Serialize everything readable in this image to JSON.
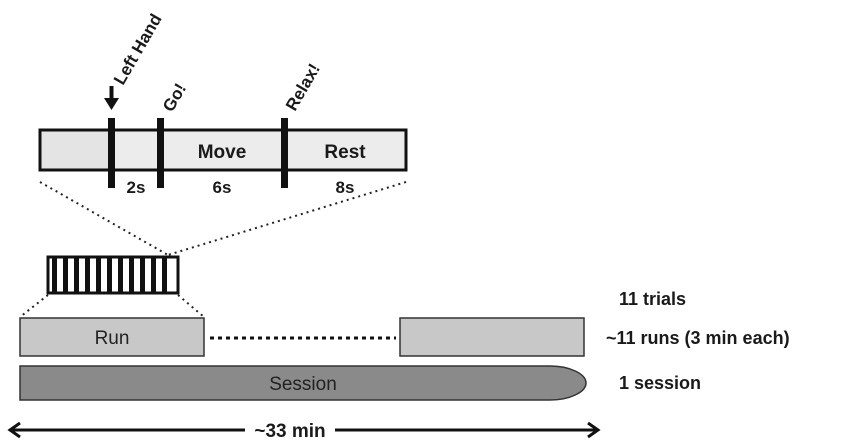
{
  "trial": {
    "cue_label": "Left Hand",
    "go_label": "Go!",
    "relax_label": "Relax!",
    "move_label": "Move",
    "rest_label": "Rest",
    "durations": [
      "2s",
      "6s",
      "8s"
    ]
  },
  "run": {
    "label": "Run"
  },
  "session": {
    "label": "Session"
  },
  "summary": {
    "trials": "11 trials",
    "runs": "~11 runs (3 min each)",
    "sessions": "1 session"
  },
  "timeline": {
    "total_label": "~33 min"
  },
  "colors": {
    "light_box": "#ececec",
    "run_box": "#c8c8c8",
    "session_bar": "#8a8a8a",
    "ink": "#111111"
  }
}
